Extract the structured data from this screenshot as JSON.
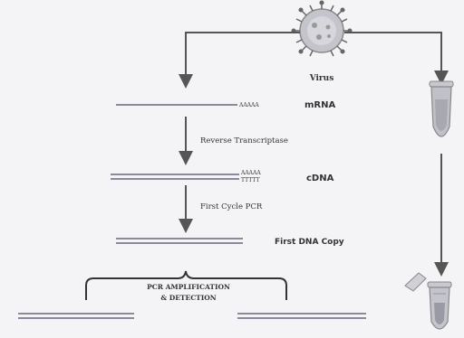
{
  "labels": {
    "virus": "Virus",
    "mrna_tail": "AAAAA",
    "mrna": "mRNA",
    "step_rt": "Reverse Transcriptase",
    "cdna_tail_top": "AAAAA",
    "cdna_tail_bottom": "TTTTT",
    "cdna": "cDNA",
    "step_first_pcr": "First Cycle PCR",
    "first_copy": "First DNA Copy",
    "amp_line1": "PCR AMPLIFICATION",
    "amp_line2": "& DETECTION"
  },
  "colors": {
    "background": "#f4f4f6",
    "arrow": "#555555",
    "strand": "#8a8a9a",
    "text": "#333333",
    "virus_body": "#b0b0b8",
    "tube": "#b8b8c0"
  },
  "icons": [
    "virus-icon",
    "pcr-tube-icon",
    "open-tube-icon"
  ]
}
